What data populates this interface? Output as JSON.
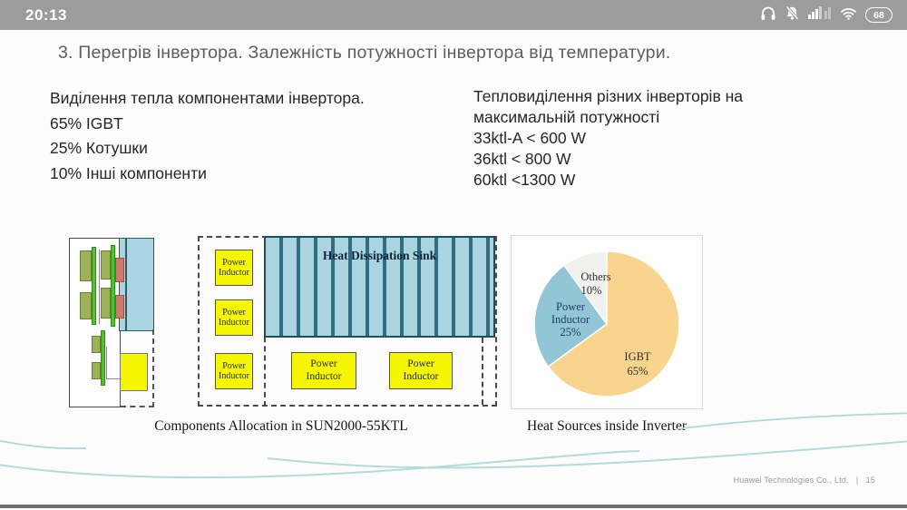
{
  "status_bar": {
    "time": "20:13",
    "battery_percent": "68",
    "icons": [
      "headphones-icon",
      "bell-muted-icon",
      "signal-icon",
      "wifi-icon",
      "battery-icon"
    ]
  },
  "slide": {
    "title": "3. Перегрів інвертора. Залежність потужності інвертора від температури.",
    "heat_left": {
      "heading": "Виділення тепла компонентами інвертора.",
      "items": [
        "65% IGBT",
        "25% Котушки",
        "10% Інші компоненти"
      ]
    },
    "heat_right": {
      "heading_line1": "Тепловиділення різних інверторів на",
      "heading_line2": "максимальній потужності",
      "items": [
        "33ktl-A < 600 W",
        "36ktl < 800 W",
        "60ktl <1300 W"
      ]
    },
    "allocation_diagram": {
      "sink_label": "Heat Dissipation Sink",
      "box_label_line1": "Power",
      "box_label_line2": "Inductor",
      "caption": "Components Allocation in SUN2000-55KTL"
    },
    "pie_section": {
      "caption": "Heat Sources inside Inverter",
      "labels": {
        "others": "Others",
        "others_pct": "10%",
        "inductor_l1": "Power",
        "inductor_l2": "Inductor",
        "inductor_pct": "25%",
        "igbt": "IGBT",
        "igbt_pct": "65%"
      }
    },
    "footer": {
      "company": "Huawei Technologies Co., Ltd.",
      "separator": "|",
      "page": "15"
    }
  },
  "chart_data": {
    "type": "pie",
    "title": "Heat Sources inside Inverter",
    "labels": [
      "IGBT",
      "Power Inductor",
      "Others"
    ],
    "values": [
      65,
      25,
      10
    ],
    "unit": "%",
    "colors": {
      "igbt": "#f8d48e",
      "power_inductor": "#92c5d6",
      "others": "#f1f1ef"
    },
    "start_angle_deg": 0,
    "direction": "clockwise",
    "legend": "none",
    "label_style": "inside-slice name + percent"
  }
}
